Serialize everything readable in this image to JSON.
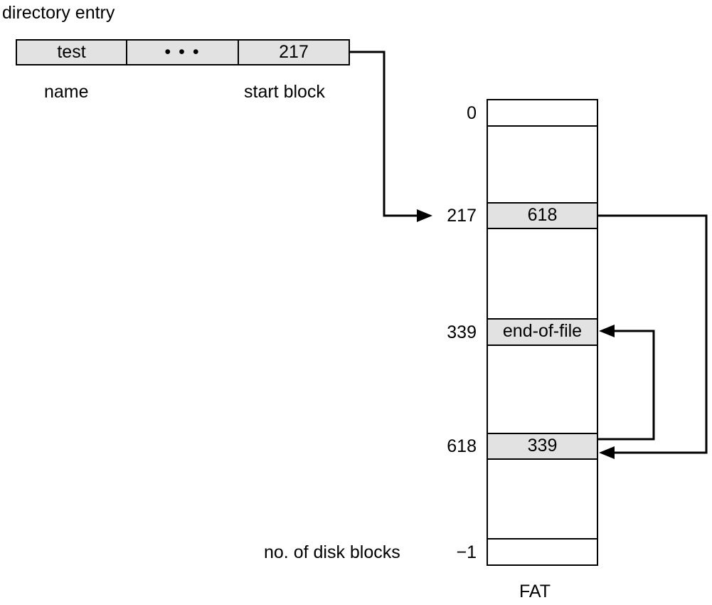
{
  "directory": {
    "caption": "directory entry",
    "fields": [
      "test",
      "• • •",
      "217"
    ],
    "labels": {
      "name": "name",
      "start_block": "start block"
    }
  },
  "fat": {
    "caption": "FAT",
    "rows": [
      {
        "index": "0",
        "value": ""
      },
      {
        "index": "217",
        "value": "618"
      },
      {
        "index": "339",
        "value": "end-of-file"
      },
      {
        "index": "618",
        "value": "339"
      },
      {
        "index": "−1",
        "value": ""
      }
    ],
    "size_label": "no. of disk blocks"
  },
  "colors": {
    "filled_cell": "#e2e2e2",
    "line": "#000000"
  }
}
